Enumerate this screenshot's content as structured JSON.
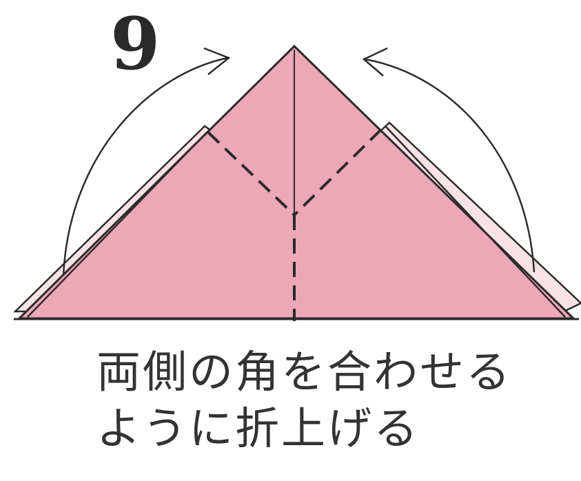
{
  "step": {
    "number": "9"
  },
  "instruction": {
    "line1": "両側の角を合わせる",
    "line2": "ように折上げる"
  },
  "colors": {
    "paper": "#eda8b5",
    "paper_back": "#f7e3e6",
    "line": "#2b2b2b",
    "background": "#ffffff"
  },
  "icons": [
    "curved-arrow-left-icon",
    "curved-arrow-right-icon"
  ]
}
